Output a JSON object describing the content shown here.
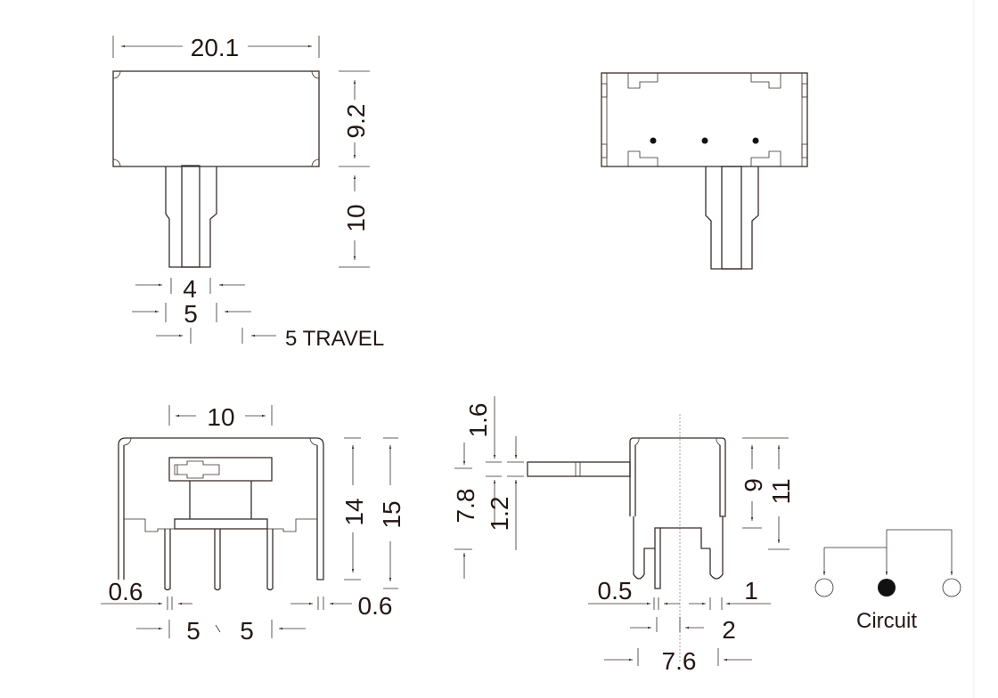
{
  "top_view": {
    "width": "20.1",
    "height": "9.2",
    "actuator_length": "10",
    "actuator_width_inner": "4",
    "actuator_width_outer": "5",
    "travel": "5 TRAVEL"
  },
  "front_view": {
    "pin_span": "10",
    "body_height": "14",
    "total_height": "15",
    "pin_width_left": "0.6",
    "pin_width_right": "0.6",
    "pitch_left": "5",
    "pitch_right": "5"
  },
  "side_view": {
    "actuator_height": "1.6",
    "actuator_offset": "7.8",
    "actuator_thickness": "1.2",
    "body_height": "9",
    "total_height": "11",
    "pin_thickness": "0.5",
    "leg_width": "1",
    "offset": "2",
    "depth": "7.6"
  },
  "circuit": {
    "label": "Circuit"
  },
  "colors": {
    "line": "#3a2e2a",
    "text": "#231815"
  }
}
